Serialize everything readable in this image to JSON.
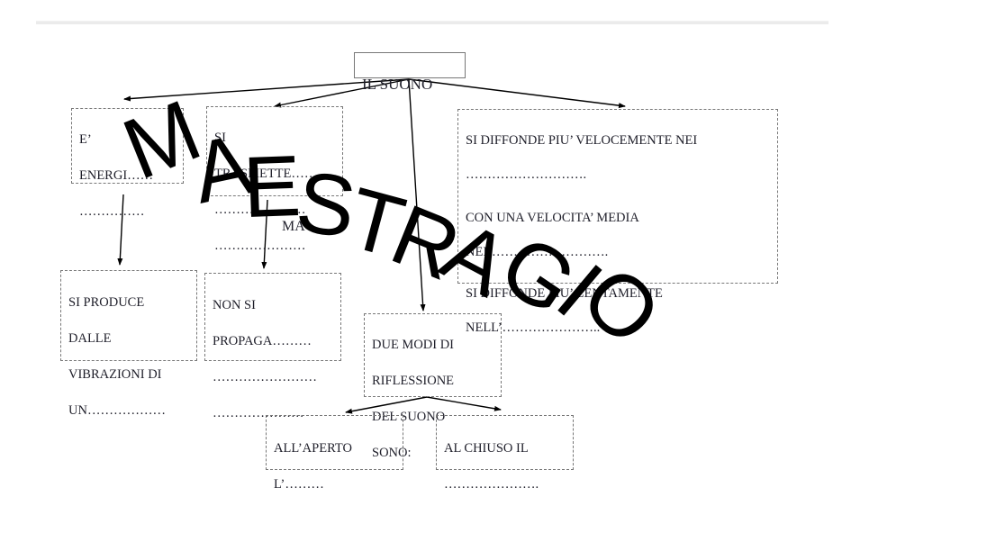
{
  "title": "IL SUONO",
  "boxes": {
    "energia": {
      "lines": [
        "E’",
        "ENERGI……",
        "……………"
      ]
    },
    "trasmette": {
      "lines": [
        "SI",
        "TRASMETTE……",
        "…………………",
        "…………………"
      ]
    },
    "diffonde": {
      "lines": [
        "SI DIFFONDE PIU’ VELOCEMENTE NEI",
        "……………………….",
        "CON UNA VELOCITA’ MEDIA",
        "NEI……………………….",
        "SI DIFFONDE PIU’ LENTAMENTE",
        "NELL’………………….."
      ]
    },
    "produce": {
      "lines": [
        "SI PRODUCE",
        "DALLE",
        "VIBRAZIONI DI",
        "UN………………"
      ]
    },
    "propaga": {
      "lines": [
        "NON SI",
        "PROPAGA………",
        "……………………",
        "…………………"
      ]
    },
    "riflessione": {
      "lines": [
        "DUE MODI DI",
        "RIFLESSIONE",
        "DEL SUONO",
        "SONO:"
      ]
    },
    "aperto": {
      "lines": [
        "ALL’APERTO",
        "L’………"
      ]
    },
    "chiuso": {
      "lines": [
        "AL CHIUSO IL",
        "…………………."
      ]
    }
  },
  "stray_text": "MA",
  "watermark": {
    "text": "MAESTRAGIO",
    "letters": [
      "M",
      "A",
      "E",
      "S",
      "T",
      "R",
      "A",
      "G",
      "I",
      "O"
    ]
  }
}
